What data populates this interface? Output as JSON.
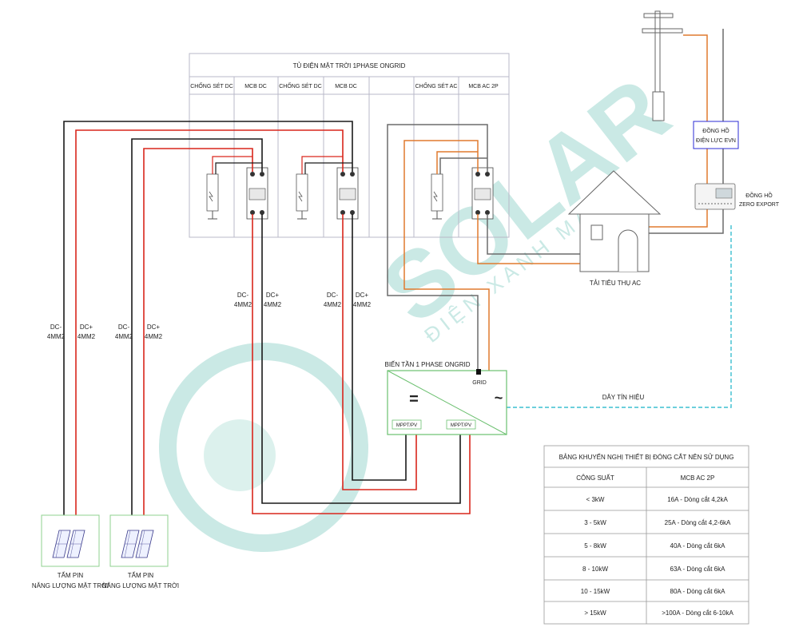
{
  "cabinet": {
    "title": "TỦ ĐIỆN MẶT TRỜI 1PHASE ONGRID",
    "columns": [
      "CHỐNG SÉT DC",
      "MCB DC",
      "CHỐNG SÉT DC",
      "MCB DC",
      "",
      "CHỐNG SÉT AC",
      "MCB AC 2P"
    ]
  },
  "watermark": {
    "brand": "SOLAR",
    "slogan": "ĐIỆN XANH MÀ RẺ",
    "color": "#9fd8cf"
  },
  "wires": {
    "left_pair_1": {
      "neg": "DC-",
      "neg_size": "4MM2",
      "pos": "DC+",
      "pos_size": "4MM2"
    },
    "left_pair_2": {
      "neg": "DC-",
      "neg_size": "4MM2",
      "pos": "DC+",
      "pos_size": "4MM2"
    },
    "mid_pair_1": {
      "neg": "DC-",
      "neg_size": "4MM2",
      "pos": "DC+",
      "pos_size": "4MM2"
    },
    "mid_pair_2": {
      "neg": "DC-",
      "neg_size": "4MM2",
      "pos": "DC+",
      "pos_size": "4MM2"
    },
    "signal": "DÂY TÍN HIỆU"
  },
  "inverter": {
    "title": "BIẾN TẦN 1 PHASE ONGRID",
    "grid": "GRID",
    "dc_symbol": "=",
    "ac_symbol": "~",
    "mppt_1": "MPPT/PV",
    "mppt_2": "MPPT/PV"
  },
  "meters": {
    "evn_line1": "ĐỒNG HỒ",
    "evn_line2": "ĐIỆN LỰC EVN",
    "zero_line1": "ĐỒNG HỒ",
    "zero_line2": "ZERO EXPORT"
  },
  "load": "TẢI TIÊU THỤ AC",
  "panels": [
    {
      "line1": "TẤM PIN",
      "line2": "NĂNG LƯỢNG MẶT TRỜI"
    },
    {
      "line1": "TẤM PIN",
      "line2": "NĂNG LƯỢNG MẶT TRỜI"
    }
  ],
  "table": {
    "title": "BẢNG KHUYẾN NGHỊ THIẾT BỊ ĐÓNG CẮT NÊN SỬ DỤNG",
    "headers": [
      "CÔNG SUẤT",
      "MCB AC 2P"
    ],
    "rows": [
      [
        "< 3kW",
        "16A - Dòng cắt 4,2kA"
      ],
      [
        "3 - 5kW",
        "25A - Dòng cắt 4,2-6kA"
      ],
      [
        "5 - 8kW",
        "40A - Dòng cắt 6kA"
      ],
      [
        "8 - 10kW",
        "63A - Dòng cắt 6kA"
      ],
      [
        "10 - 15kW",
        "80A - Dòng cắt 6kA"
      ],
      [
        "> 15kW",
        ">100A - Dòng cắt 6-10kA"
      ]
    ]
  },
  "colors": {
    "dc_pos": "#d9261c",
    "dc_neg": "#1a1a1a",
    "ac_line": "#e07a2e",
    "neutral": "#6b6b6b",
    "signal": "#3bbfd0",
    "frame": "#b8b8c8",
    "green": "#6cc070"
  }
}
